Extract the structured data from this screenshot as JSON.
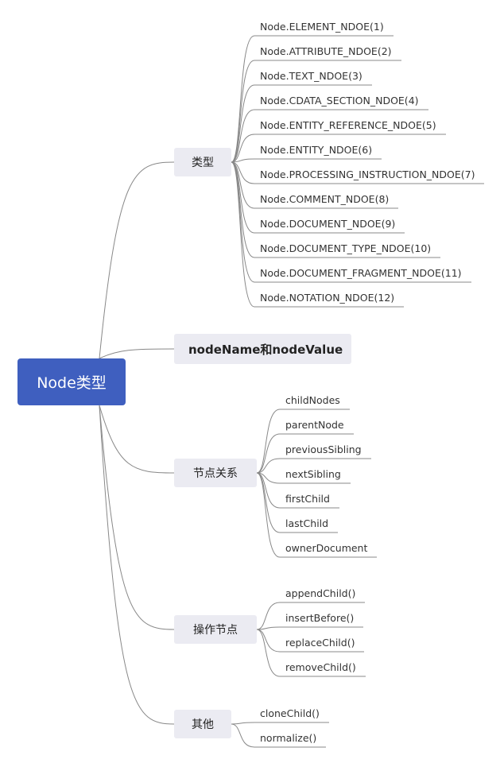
{
  "root": {
    "label": "Node类型"
  },
  "branches": [
    {
      "id": "types",
      "label": "类型",
      "children": [
        "Node.ELEMENT_NDOE(1)",
        "Node.ATTRIBUTE_NDOE(2)",
        "Node.TEXT_NDOE(3)",
        "Node.CDATA_SECTION_NDOE(4)",
        "Node.ENTITY_REFERENCE_NDOE(5)",
        "Node.ENTITY_NDOE(6)",
        "Node.PROCESSING_INSTRUCTION_NDOE(7)",
        "Node.COMMENT_NDOE(8)",
        "Node.DOCUMENT_NDOE(9)",
        "Node.DOCUMENT_TYPE_NDOE(10)",
        "Node.DOCUMENT_FRAGMENT_NDOE(11)",
        "Node.NOTATION_NDOE(12)"
      ]
    },
    {
      "id": "name-value",
      "label": "nodeName和nodeValue",
      "children": []
    },
    {
      "id": "relations",
      "label": "节点关系",
      "children": [
        "childNodes",
        "parentNode",
        "previousSibling",
        "nextSibling",
        "firstChild",
        "lastChild",
        "ownerDocument"
      ]
    },
    {
      "id": "operations",
      "label": "操作节点",
      "children": [
        "appendChild()",
        "insertBefore()",
        "replaceChild()",
        "removeChild()"
      ]
    },
    {
      "id": "others",
      "label": "其他",
      "children": [
        "cloneChild()",
        "normalize()"
      ]
    }
  ],
  "colors": {
    "root": "#3f5fbf",
    "branch_bg": "#ebebf2",
    "line": "#888888"
  }
}
